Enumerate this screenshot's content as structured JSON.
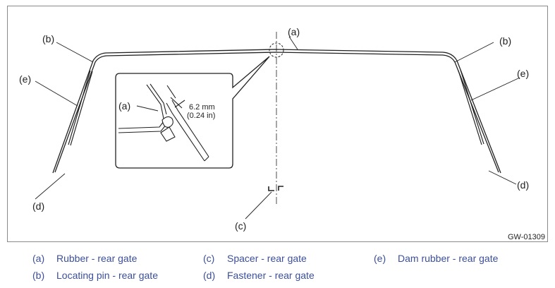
{
  "labels": {
    "a": "(a)",
    "b": "(b)",
    "c": "(c)",
    "d": "(d)",
    "e": "(e)"
  },
  "detail": {
    "measure_mm": "6.2 mm",
    "measure_in": "(0.24 in)"
  },
  "figure_id": "GW-01309",
  "legend": [
    {
      "key": "(a)",
      "text": "Rubber - rear gate"
    },
    {
      "key": "(b)",
      "text": "Locating pin - rear gate"
    },
    {
      "key": "(c)",
      "text": "Spacer - rear gate"
    },
    {
      "key": "(d)",
      "text": "Fastener - rear gate"
    },
    {
      "key": "(e)",
      "text": "Dam rubber - rear gate"
    }
  ],
  "colors": {
    "legend_text": "#3b4f9c",
    "line": "#222222"
  }
}
